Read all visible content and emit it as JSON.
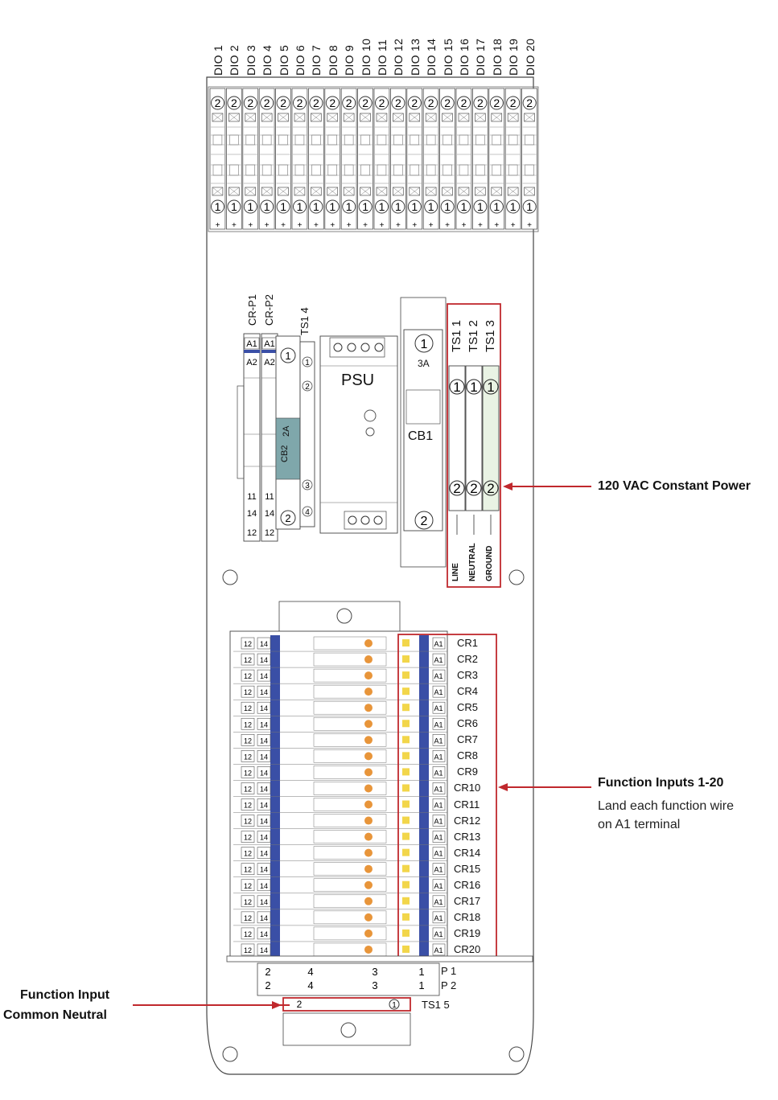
{
  "dio_terminals": {
    "labels": [
      "DIO 1",
      "DIO 2",
      "DIO 3",
      "DIO 4",
      "DIO 5",
      "DIO 6",
      "DIO 7",
      "DIO 8",
      "DIO 9",
      "DIO 10",
      "DIO 11",
      "DIO 12",
      "DIO 13",
      "DIO 14",
      "DIO 15",
      "DIO 16",
      "DIO 17",
      "DIO 18",
      "DIO 19",
      "DIO 20"
    ],
    "top_number": "2",
    "bottom_number": "1"
  },
  "power_section": {
    "cr_p1": "CR-P1",
    "cr_p2": "CR-P2",
    "ts1_4": "TS1 4",
    "a1": "A1",
    "a2": "A2",
    "t11": "11",
    "t14": "14",
    "t12": "12",
    "psu": "PSU",
    "cb1": "CB1",
    "cb1_rating": "3A",
    "cb2": "CB2",
    "cb2_rating": "2A",
    "cb1_top": "1",
    "cb1_bottom": "2",
    "ts1_4_top": "1",
    "ts1_4_mid_top": "2",
    "ts1_4_mid_bottom": "3",
    "ts1_4_bottom": "4",
    "ts1_4_bottom2": "2",
    "ts_labels": [
      "TS1 1",
      "TS1 2",
      "TS1 3"
    ],
    "ts_top": "1",
    "ts_bottom": "2",
    "wire_labels": [
      "LINE",
      "NEUTRAL",
      "GROUND"
    ]
  },
  "relay_bank": {
    "labels": [
      "CR1",
      "CR2",
      "CR3",
      "CR4",
      "CR5",
      "CR6",
      "CR7",
      "CR8",
      "CR9",
      "CR10",
      "CR11",
      "CR12",
      "CR13",
      "CR14",
      "CR15",
      "CR16",
      "CR17",
      "CR18",
      "CR19",
      "CR20"
    ],
    "left_numbers": [
      "12",
      "14"
    ],
    "a1": "A1"
  },
  "bottom_terminals": {
    "p1": "P 1",
    "p2": "P 2",
    "ts1_5": "TS1 5",
    "nums": [
      "2",
      "4",
      "3",
      "1"
    ]
  },
  "callouts": {
    "power": "120 VAC Constant Power",
    "inputs_title": "Function Inputs 1-20",
    "inputs_line1": "Land each function wire",
    "inputs_line2": "on A1 terminal",
    "neutral_line1": "Function Input",
    "neutral_line2": "Common Neutral"
  },
  "colors": {
    "highlight": "#c0282d",
    "blue_bus": "#3a4fa6",
    "led_orange": "#e8953a",
    "led_yellow": "#f2d64a",
    "cb2_teal": "#7fa7ab",
    "ground_green": "#7fb26a"
  }
}
